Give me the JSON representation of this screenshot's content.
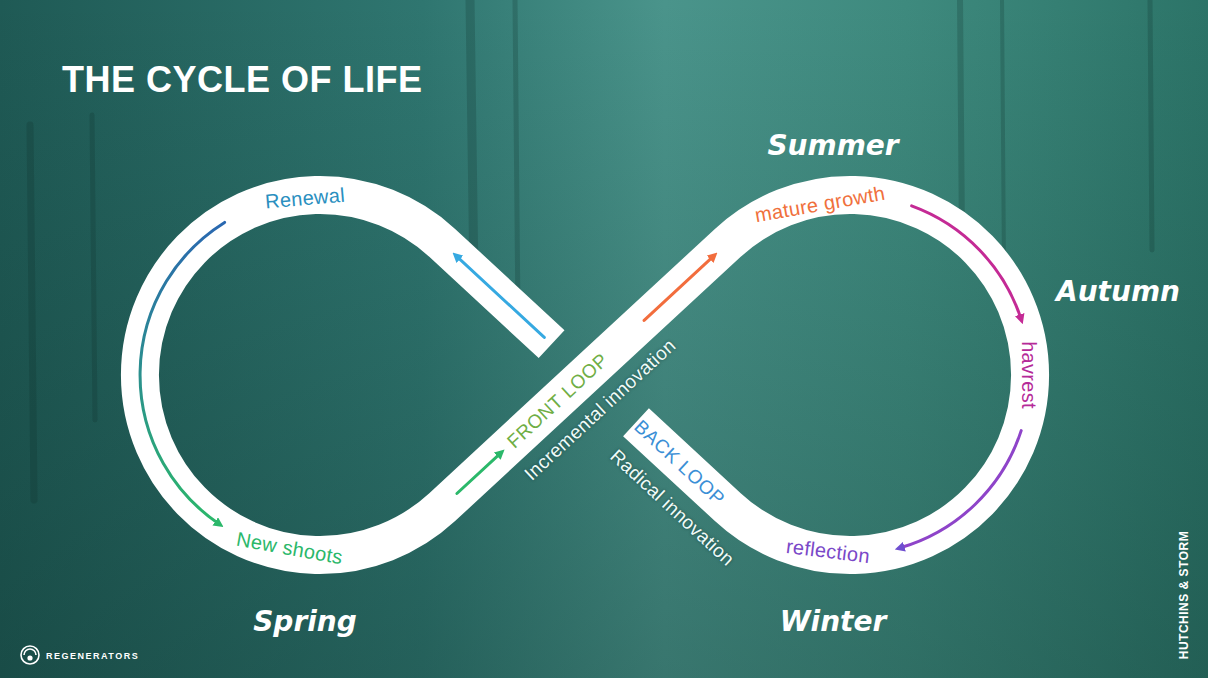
{
  "diagram": {
    "title": "THE CYCLE OF LIFE",
    "labels": [
      "Renewal",
      "Summer",
      "mature growth",
      "Autumn",
      "havrest",
      "FRONT LOOP",
      "Incremental innovation",
      "BACK LOOP",
      "Radical innovation",
      "reflection",
      "New shoots",
      "Spring",
      "Winter",
      "REGENERATORS",
      "HUTCHINS & STORM"
    ]
  }
}
